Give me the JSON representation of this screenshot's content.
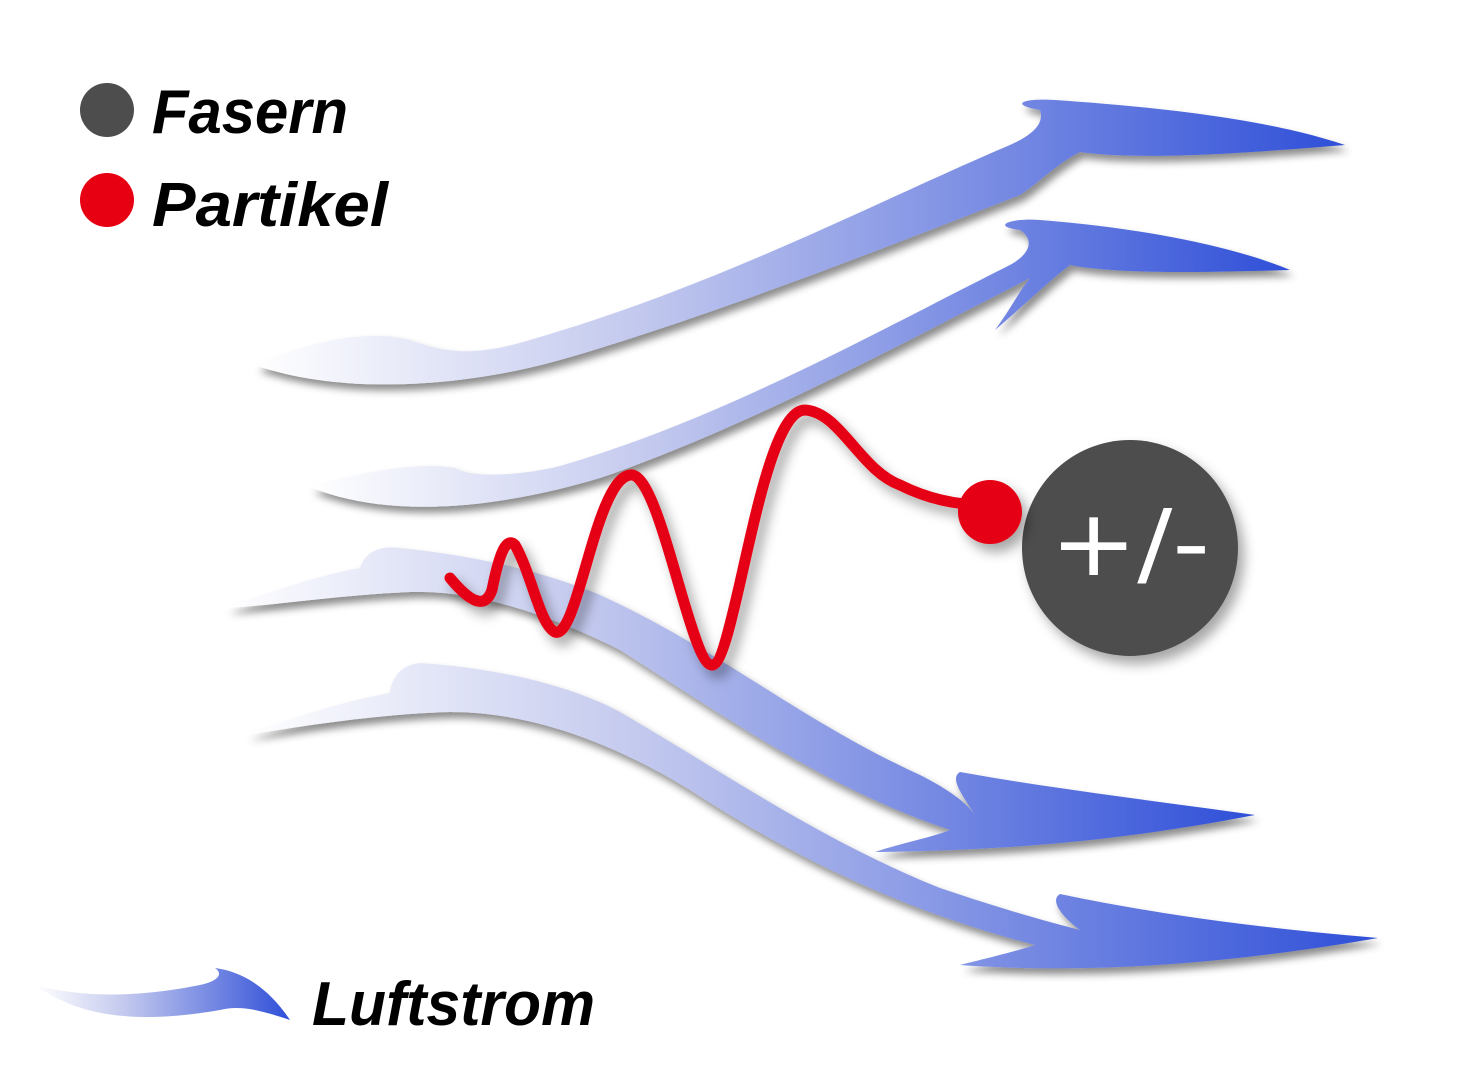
{
  "legend": {
    "fibers": {
      "label": "Fasern",
      "color": "#4d4d4d"
    },
    "particles": {
      "label": "Partikel",
      "color": "#e60012"
    },
    "airflow": {
      "label": "Luftstrom"
    }
  },
  "charge": {
    "label": "+/-",
    "color": "#4d4d4d"
  },
  "colors": {
    "arrow_start": "#ffffff",
    "arrow_end": "#2f4fd8",
    "particle_path": "#e60012",
    "text": "#000000"
  }
}
